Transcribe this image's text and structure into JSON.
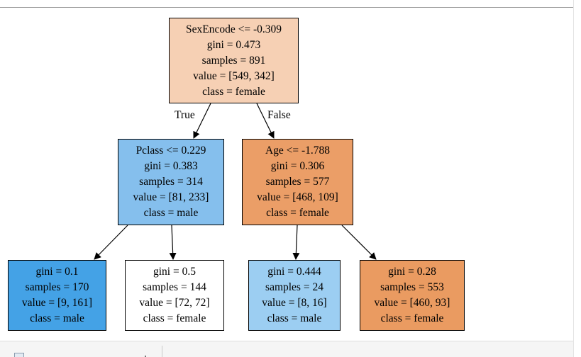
{
  "tree": {
    "nodes": [
      {
        "id": "root",
        "lines": [
          "SexEncode <= -0.309",
          "gini = 0.473",
          "samples = 891",
          "value = [549, 342]",
          "class = female"
        ],
        "fill": "#f6d0b4"
      },
      {
        "id": "left",
        "lines": [
          "Pclass <= 0.229",
          "gini = 0.383",
          "samples = 314",
          "value = [81, 233]",
          "class = male"
        ],
        "fill": "#85bfed"
      },
      {
        "id": "right",
        "lines": [
          "Age <= -1.788",
          "gini = 0.306",
          "samples = 577",
          "value = [468, 109]",
          "class = female"
        ],
        "fill": "#eb9e67"
      },
      {
        "id": "ll",
        "lines": [
          "gini = 0.1",
          "samples = 170",
          "value = [9, 161]",
          "class = male"
        ],
        "fill": "#44a2e6"
      },
      {
        "id": "lr",
        "lines": [
          "gini = 0.5",
          "samples = 144",
          "value = [72, 72]",
          "class = female"
        ],
        "fill": "#ffffff"
      },
      {
        "id": "rl",
        "lines": [
          "gini = 0.444",
          "samples = 24",
          "value = [8, 16]",
          "class = male"
        ],
        "fill": "#9ccef2"
      },
      {
        "id": "rr",
        "lines": [
          "gini = 0.28",
          "samples = 553",
          "value = [460, 93]",
          "class = female"
        ],
        "fill": "#ea9b61"
      }
    ],
    "edges": [
      {
        "from": "root",
        "to": "left",
        "label": "True"
      },
      {
        "from": "root",
        "to": "right",
        "label": "False"
      },
      {
        "from": "left",
        "to": "ll",
        "label": ""
      },
      {
        "from": "left",
        "to": "lr",
        "label": ""
      },
      {
        "from": "right",
        "to": "rl",
        "label": ""
      },
      {
        "from": "right",
        "to": "rr",
        "label": ""
      }
    ]
  }
}
